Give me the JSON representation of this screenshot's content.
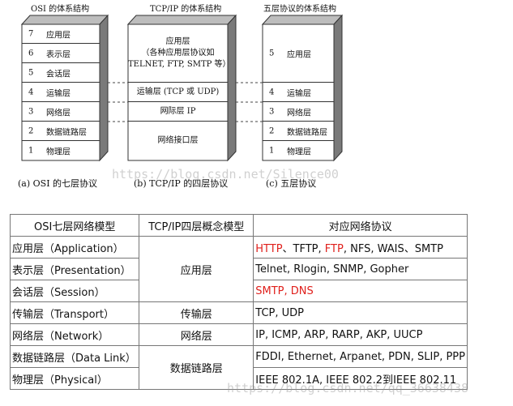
{
  "diagram": {
    "osi": {
      "title": "OSI 的体系结构",
      "caption": "(a) OSI 的七层协议",
      "layers": [
        {
          "num": "7",
          "name": "应用层"
        },
        {
          "num": "6",
          "name": "表示层"
        },
        {
          "num": "5",
          "name": "会话层"
        },
        {
          "num": "4",
          "name": "运输层"
        },
        {
          "num": "3",
          "name": "网络层"
        },
        {
          "num": "2",
          "name": "数据链路层"
        },
        {
          "num": "1",
          "name": "物理层"
        }
      ]
    },
    "tcpip": {
      "title": "TCP/IP 的体系结构",
      "caption": "(b) TCP/IP 的四层协议",
      "layers": [
        {
          "line1": "应用层",
          "line2": "（各种应用层协议如",
          "line3": "TELNET, FTP, SMTP 等）"
        },
        {
          "line1": "运输层 (TCP 或 UDP)"
        },
        {
          "line1": "网际层 IP"
        },
        {
          "line1": "网络接口层"
        }
      ]
    },
    "five": {
      "title": "五层协议的体系结构",
      "caption": "(c) 五层协议",
      "layers": [
        {
          "num": "5",
          "name": "应用层"
        },
        {
          "num": "4",
          "name": "运输层"
        },
        {
          "num": "3",
          "name": "网络层"
        },
        {
          "num": "2",
          "name": "数据链路层"
        },
        {
          "num": "1",
          "name": "物理层"
        }
      ]
    },
    "watermark_top": "https://blog.csdn.net/Silence00",
    "watermark_bottom": "https://blog.csdn.net/qq_36638438"
  },
  "table": {
    "headers": [
      "OSI七层网络模型",
      "TCP/IP四层概念模型",
      "对应网络协议"
    ],
    "rows": [
      {
        "osi": "应用层（Application）",
        "protocols": [
          {
            "t": "HTTP",
            "red": true
          },
          {
            "t": "、TFTP, ",
            "red": false
          },
          {
            "t": "FTP",
            "red": true
          },
          {
            "t": ", NFS, WAIS、SMTP",
            "red": false
          }
        ]
      },
      {
        "osi": "表示层（Presentation）",
        "protocols": [
          {
            "t": "Telnet, Rlogin, SNMP, Gopher",
            "red": false
          }
        ]
      },
      {
        "osi": "会话层（Session）",
        "protocols": [
          {
            "t": "SMTP, DNS",
            "red": true
          }
        ]
      },
      {
        "osi": "传输层（Transport）",
        "protocols": [
          {
            "t": "TCP, UDP",
            "red": false
          }
        ]
      },
      {
        "osi": "网络层（Network）",
        "protocols": [
          {
            "t": "IP, ICMP, ARP, RARP, AKP, UUCP",
            "red": false
          }
        ]
      },
      {
        "osi": "数据链路层（Data Link）",
        "protocols": [
          {
            "t": "FDDI, Ethernet, Arpanet, PDN, SLIP, PPP",
            "red": false
          }
        ]
      },
      {
        "osi": "物理层（Physical）",
        "protocols": [
          {
            "t": "IEEE 802.1A, IEEE 802.2到IEEE 802.11",
            "red": false
          }
        ]
      }
    ],
    "tcp_groups": [
      "应用层",
      "传输层",
      "网络层",
      "数据链路层"
    ]
  }
}
